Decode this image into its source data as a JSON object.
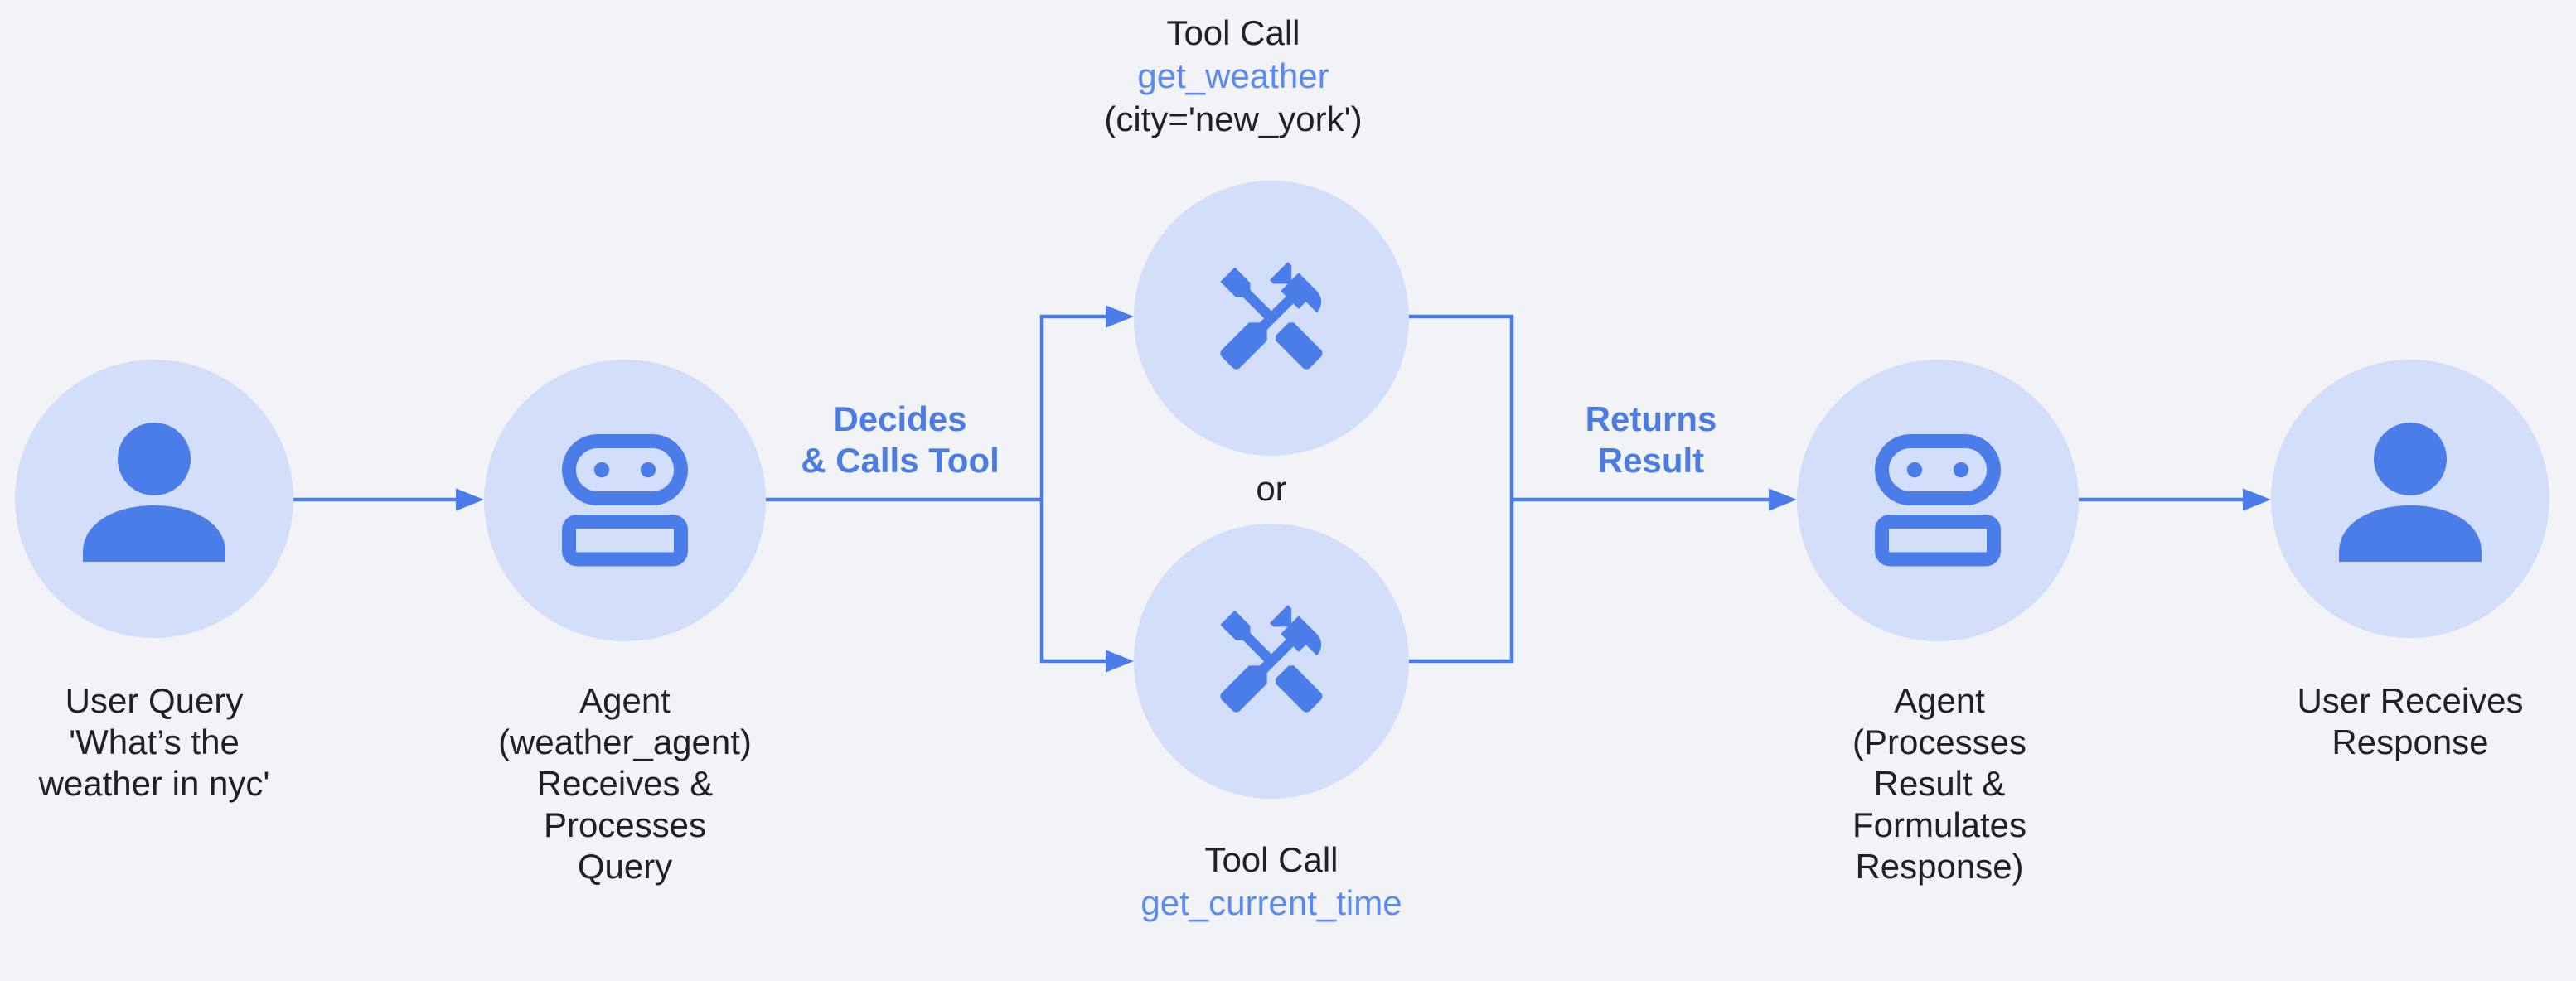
{
  "palette": {
    "background": "#f1f3f7",
    "node_fill": "#d3defb",
    "icon_blue": "#4a7de8",
    "arrow_blue": "#4a7de8",
    "edge_label_blue": "#4c7ce0",
    "tool_name_blue": "#5b8bf2",
    "text_dark": "#202124"
  },
  "nodes": {
    "user_query": {
      "icon": "person-icon",
      "lines": [
        "User Query",
        "'What’s the",
        "weather in nyc'"
      ]
    },
    "agent_receive": {
      "icon": "robot-icon",
      "lines": [
        "Agent",
        "(weather_agent)",
        "Receives &",
        "Processes",
        "Query"
      ]
    },
    "tool_weather": {
      "icon": "handyman-icon",
      "title": "Tool Call",
      "name": "get_weather",
      "args": "(city='new_york')"
    },
    "tool_time": {
      "icon": "handyman-icon",
      "title": "Tool Call",
      "name": "get_current_time"
    },
    "agent_respond": {
      "icon": "robot-icon",
      "lines": [
        "Agent",
        "(Processes",
        "Result &",
        "Formulates",
        "Response)"
      ]
    },
    "user_response": {
      "icon": "person-icon",
      "lines": [
        "User Receives",
        "Response"
      ]
    }
  },
  "edges": {
    "decides": {
      "lines": [
        "Decides",
        "& Calls Tool"
      ]
    },
    "returns": {
      "lines": [
        "Returns",
        "Result"
      ]
    },
    "or": "or"
  }
}
